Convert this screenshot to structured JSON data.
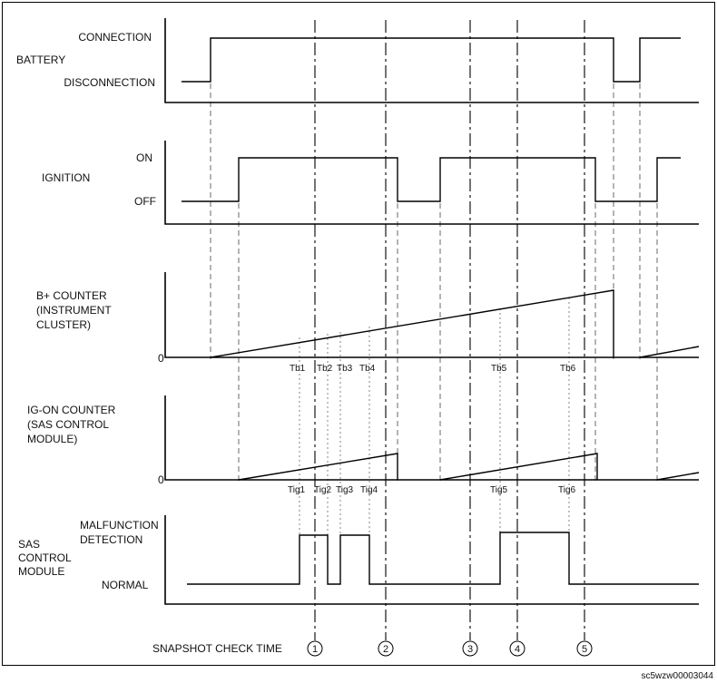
{
  "battery": {
    "title": "BATTERY",
    "state_high": "CONNECTION",
    "state_low": "DISCONNECTION"
  },
  "ignition": {
    "title": "IGNITION",
    "state_high": "ON",
    "state_low": "OFF"
  },
  "bplus_counter": {
    "title_lines": [
      "B+ COUNTER",
      "(INSTRUMENT",
      "CLUSTER)"
    ],
    "zero_label": "0",
    "markers": [
      "Tb1",
      "Tb2",
      "Tb3",
      "Tb4",
      "Tb5",
      "Tb6"
    ]
  },
  "igon_counter": {
    "title_lines": [
      "IG-ON COUNTER",
      "(SAS CONTROL",
      "MODULE)"
    ],
    "zero_label": "0",
    "markers": [
      "Tig1",
      "Tig2",
      "Tig3",
      "Tig4",
      "Tig5",
      "Tig6"
    ]
  },
  "sas_module": {
    "title_lines": [
      "SAS",
      "CONTROL",
      "MODULE"
    ],
    "state_high_lines": [
      "MALFUNCTION",
      "DETECTION"
    ],
    "state_low": "NORMAL"
  },
  "snapshot": {
    "label": "SNAPSHOT CHECK TIME",
    "points": [
      "1",
      "2",
      "3",
      "4",
      "5"
    ]
  },
  "figure_code": "sc5wzw00003044"
}
